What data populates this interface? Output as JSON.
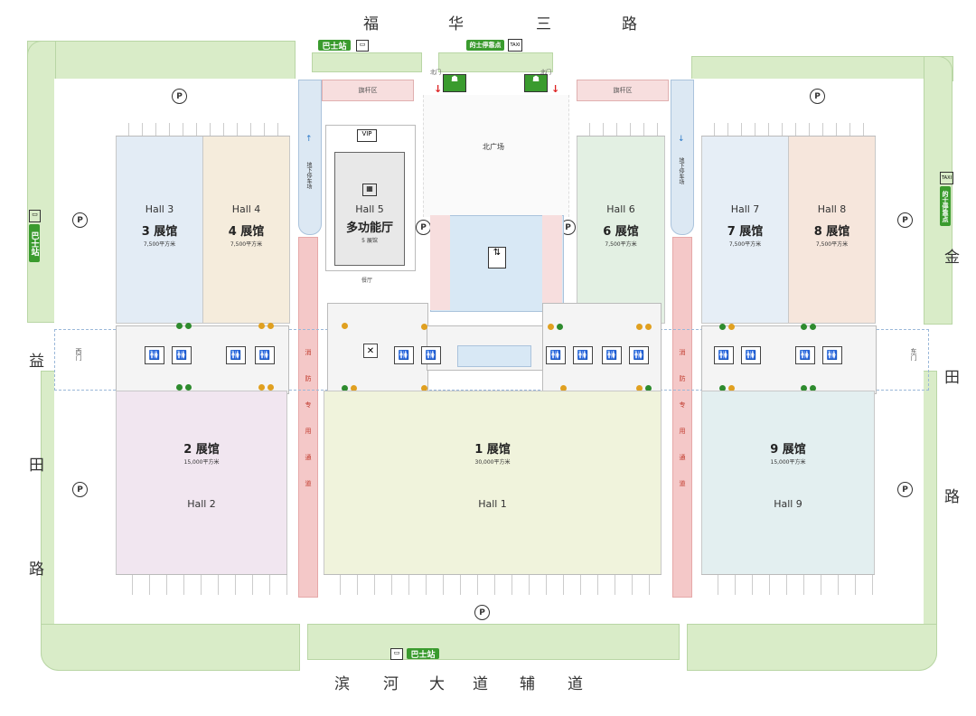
{
  "roads": {
    "north": [
      "福",
      "华",
      "三",
      "路"
    ],
    "south": [
      "滨",
      "河",
      "大",
      "道",
      "辅",
      "道"
    ],
    "west": [
      "益",
      "田",
      "路"
    ],
    "east": [
      "金",
      "田",
      "路"
    ]
  },
  "transport": {
    "bus_stop_label": "巴士站",
    "taxi_label": "的士停靠点",
    "taxi_icon": "TAXI",
    "parking_symbol": "P"
  },
  "gates": {
    "west": "西门",
    "east": "东门",
    "north_left": "北门",
    "north_right": "北门"
  },
  "areas": {
    "flag_zone": "旗杆区",
    "north_plaza": "北广场",
    "underground_parking": "地下停车场",
    "fire_lane": [
      "消",
      "防",
      "专",
      "用",
      "通",
      "道"
    ],
    "vip": "VIP",
    "restaurant": "餐厅"
  },
  "halls": {
    "hall1": {
      "en": "Hall 1",
      "cn": "1 展馆",
      "area": "30,000平方米"
    },
    "hall2": {
      "en": "Hall 2",
      "cn": "2 展馆",
      "area": "15,000平方米"
    },
    "hall3": {
      "en": "Hall 3",
      "cn": "3 展馆",
      "area": "7,500平方米"
    },
    "hall4": {
      "en": "Hall 4",
      "cn": "4 展馆",
      "area": "7,500平方米"
    },
    "hall5": {
      "en": "Hall 5",
      "cn": "多功能厅",
      "sub": "5 展馆"
    },
    "hall6": {
      "en": "Hall 6",
      "cn": "6 展馆",
      "area": "7,500平方米"
    },
    "hall7": {
      "en": "Hall 7",
      "cn": "7 展馆",
      "area": "7,500平方米"
    },
    "hall8": {
      "en": "Hall 8",
      "cn": "8 展馆",
      "area": "7,500平方米"
    },
    "hall9": {
      "en": "Hall 9",
      "cn": "9 展馆",
      "area": "15,000平方米"
    }
  },
  "colors": {
    "road_green": "#d9ecc8",
    "fire_lane": "#f4c8c8",
    "hall3": "#e3ecf5",
    "hall4": "#f5ecdc",
    "hall2": "#f1e6f0",
    "hall1": "#f0f3dc",
    "hall6": "#e3f0e3",
    "hall7": "#e6eef6",
    "hall8": "#f6e6dc",
    "hall9": "#e3eff0"
  }
}
